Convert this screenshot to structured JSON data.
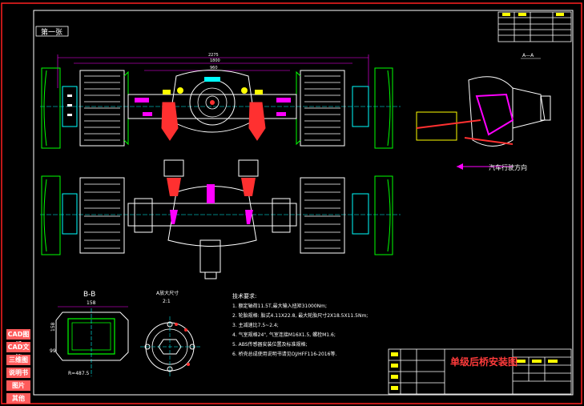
{
  "sheet": {
    "tab_label": "第一张",
    "drawing_title": "单级后桥安装图",
    "section_label": "B-B",
    "section_dim_top": "158",
    "section_dim_side": "158",
    "section_dim_left": "99",
    "section_dim_bottom": "R=487.5",
    "detail_label": "A放大尺寸",
    "detail_scale": "2:1",
    "view_label": "A—A",
    "direction_label": "汽车行驶方向",
    "dim_total": "2275",
    "dim_inner": "1800",
    "dim_center": "960"
  },
  "notes": {
    "title": "技术要求:",
    "items": [
      "1. 额定轴荷11.5T,最大输入扭矩31000Nm;",
      "2. 轮胎规格: 胎式4.11X22.8, 最大轮胎尺寸2X18.5X11.5Nm;",
      "3. 主减速比7.5~2.4;",
      "4. 气室规格24\", 气室连接M16X1.5, 螺栓M1.6;",
      "5. ABS传感器安装位置及标准规格;",
      "6. 桥壳总成使用说明书请见OJ/HFF116-2016等."
    ]
  },
  "sidebar_buttons": [
    "CAD图纸",
    "CAD文档",
    "三维图",
    "说明书",
    "图片",
    "其他"
  ],
  "colors": {
    "frame": "#ff2020",
    "green": "#00ff00",
    "cyan": "#00ffff",
    "magenta": "#ff00ff",
    "yellow": "#ffff00",
    "white": "#ffffff",
    "red": "#ff3030"
  }
}
